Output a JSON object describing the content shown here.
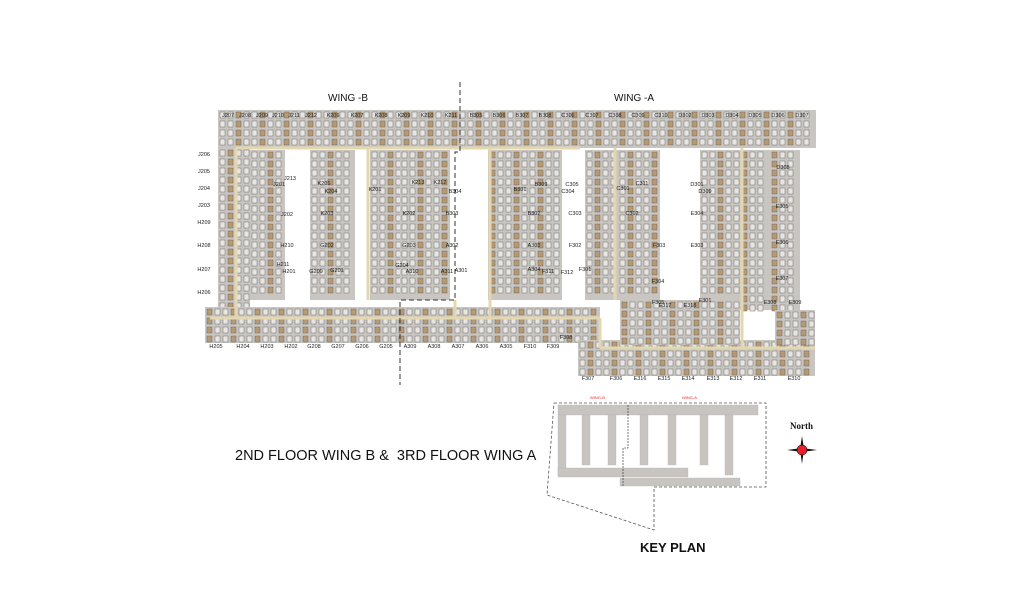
{
  "title": "2ND FLOOR WING B &  3RD FLOOR WING A",
  "wings": {
    "b": "WING -B",
    "a": "WING -A"
  },
  "key_plan": {
    "label": "KEY PLAN",
    "wing_b": "WING-B",
    "wing_a": "WING-A"
  },
  "compass": {
    "label": "North",
    "color": "#e8202a"
  },
  "colors": {
    "unit": "#c9c6c2",
    "corridor": "#e3d7b0",
    "wall": "#555555",
    "furniture": "#b89a72"
  },
  "units": {
    "top_row": [
      "J207",
      "J208",
      "J209",
      "J210",
      "J211",
      "J212",
      "K206",
      "K207",
      "K208",
      "K209",
      "K210",
      "K211",
      "B305",
      "B306",
      "B307",
      "B308",
      "C306",
      "C307",
      "C308",
      "C309",
      "C310",
      "D302",
      "D303",
      "D304",
      "D305",
      "D306",
      "D307"
    ],
    "left_column": [
      "J206",
      "J205",
      "J204",
      "J203",
      "H209",
      "H208",
      "H207",
      "H206"
    ],
    "bottom_row": [
      "H205",
      "H204",
      "H203",
      "H202",
      "G208",
      "G207",
      "G206",
      "G205",
      "A309",
      "A308",
      "A307",
      "A306",
      "A305",
      "F310",
      "F309",
      "F308"
    ],
    "lower_row": [
      "F307",
      "F306",
      "E316",
      "E315",
      "E314",
      "E313",
      "E312",
      "E311",
      "E310"
    ],
    "interior": [
      "J213",
      "J201",
      "K205",
      "K204",
      "K201",
      "K213",
      "K212",
      "B304",
      "B301",
      "B309",
      "C305",
      "C304",
      "C301",
      "C311",
      "D301",
      "D309",
      "D308",
      "J202",
      "K203",
      "K202",
      "B303",
      "B302",
      "C303",
      "C302",
      "E304",
      "E305",
      "H210",
      "G202",
      "G203",
      "A302",
      "A303",
      "F302",
      "F303",
      "E303",
      "E306",
      "H211",
      "H201",
      "G209",
      "G201",
      "G204",
      "A310",
      "A311",
      "A301",
      "A304",
      "F311",
      "F312",
      "F301",
      "F304",
      "E307",
      "F305",
      "E317",
      "E318",
      "E301",
      "E308",
      "E309"
    ]
  }
}
